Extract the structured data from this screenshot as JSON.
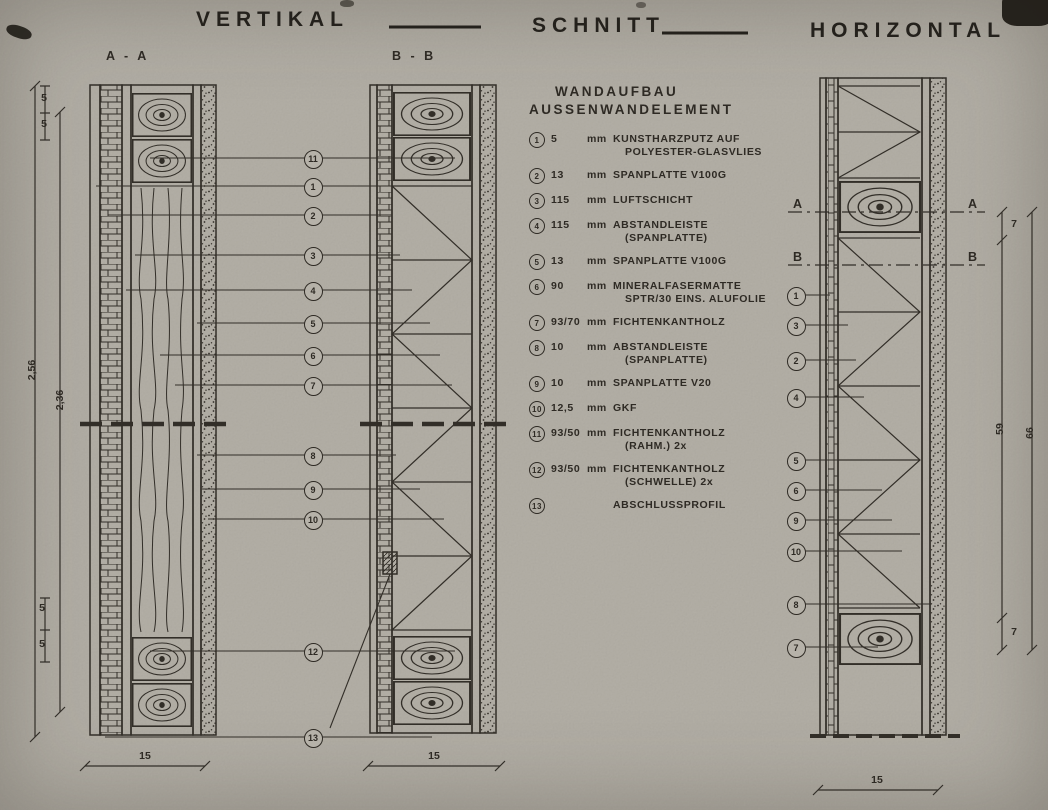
{
  "meta": {
    "paper_color": "#b6b2a9",
    "ink_color": "#322e28",
    "drawing_type": "wall construction detail, scanned technical drawing"
  },
  "title": {
    "left": "VERTIKAL",
    "center": "SCHNITT",
    "right": "HORIZONTAL"
  },
  "sections": {
    "aa_label": "A - A",
    "bb_label": "B - B",
    "marker_a": "A",
    "marker_b": "B"
  },
  "dims": {
    "left_total": "2,56",
    "left_inner": "2,36",
    "increment": "5",
    "panel_width": "15",
    "right_span_inner": "59",
    "right_span_outer": "66",
    "right_increment": "7"
  },
  "legend": {
    "title_line1": "WANDAUFBAU",
    "title_line2": "AUSSENWANDELEMENT",
    "items": [
      {
        "num": "1",
        "dim": "5",
        "unit": "mm",
        "line1": "KUNSTHARZPUTZ AUF",
        "line2": "POLYESTER-GLASVLIES"
      },
      {
        "num": "2",
        "dim": "13",
        "unit": "mm",
        "line1": "SPANPLATTE V100G"
      },
      {
        "num": "3",
        "dim": "115",
        "unit": "mm",
        "line1": "LUFTSCHICHT"
      },
      {
        "num": "4",
        "dim": "115",
        "unit": "mm",
        "line1": "ABSTANDLEISTE",
        "line2": "(SPANPLATTE)"
      },
      {
        "num": "5",
        "dim": "13",
        "unit": "mm",
        "line1": "SPANPLATTE V100G"
      },
      {
        "num": "6",
        "dim": "90",
        "unit": "mm",
        "line1": "MINERALFASERMATTE",
        "line2": "SPTR/30 EINS. ALUFOLIE"
      },
      {
        "num": "7",
        "dim": "93/70",
        "unit": "mm",
        "line1": "FICHTENKANTHOLZ"
      },
      {
        "num": "8",
        "dim": "10",
        "unit": "mm",
        "line1": "ABSTANDLEISTE",
        "line2": "(SPANPLATTE)"
      },
      {
        "num": "9",
        "dim": "10",
        "unit": "mm",
        "line1": "SPANPLATTE V20"
      },
      {
        "num": "10",
        "dim": "12,5",
        "unit": "mm",
        "line1": "GKF"
      },
      {
        "num": "11",
        "dim": "93/50",
        "unit": "mm",
        "line1": "FICHTENKANTHOLZ",
        "line2": "(RAHM.) 2x"
      },
      {
        "num": "12",
        "dim": "93/50",
        "unit": "mm",
        "line1": "FICHTENKANTHOLZ",
        "line2": "(SCHWELLE) 2x"
      },
      {
        "num": "13",
        "dim": "",
        "unit": "",
        "line1": "ABSCHLUSSPROFIL"
      }
    ]
  },
  "callouts": {
    "middle": [
      "11",
      "1",
      "2",
      "3",
      "4",
      "5",
      "6",
      "7",
      "8",
      "9",
      "10",
      "12",
      "13"
    ],
    "right": [
      "1",
      "3",
      "2",
      "4",
      "5",
      "6",
      "9",
      "10",
      "8",
      "7"
    ]
  }
}
